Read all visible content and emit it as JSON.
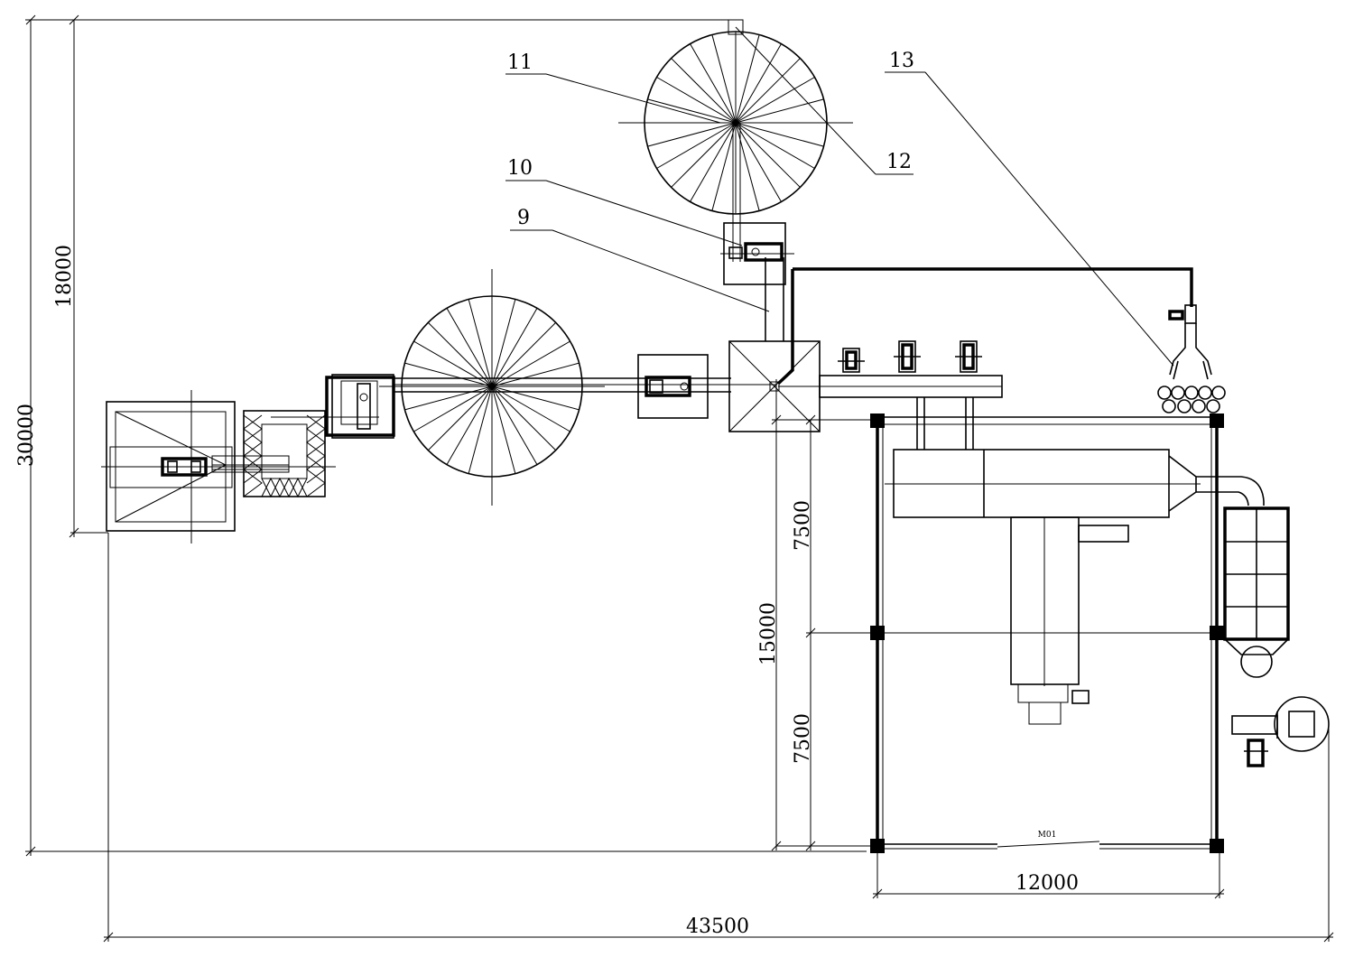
{
  "callouts": {
    "c9": "9",
    "c10": "10",
    "c11": "11",
    "c12": "12",
    "c13": "13"
  },
  "dimensions": {
    "total_height": "30000",
    "upper_height": "18000",
    "hall_depth": "15000",
    "bay_upper": "7500",
    "bay_lower": "7500",
    "hall_width": "12000",
    "total_length": "43500"
  },
  "marks": {
    "door": "M01"
  },
  "colors": {
    "line": "#000000",
    "background": "#ffffff"
  }
}
